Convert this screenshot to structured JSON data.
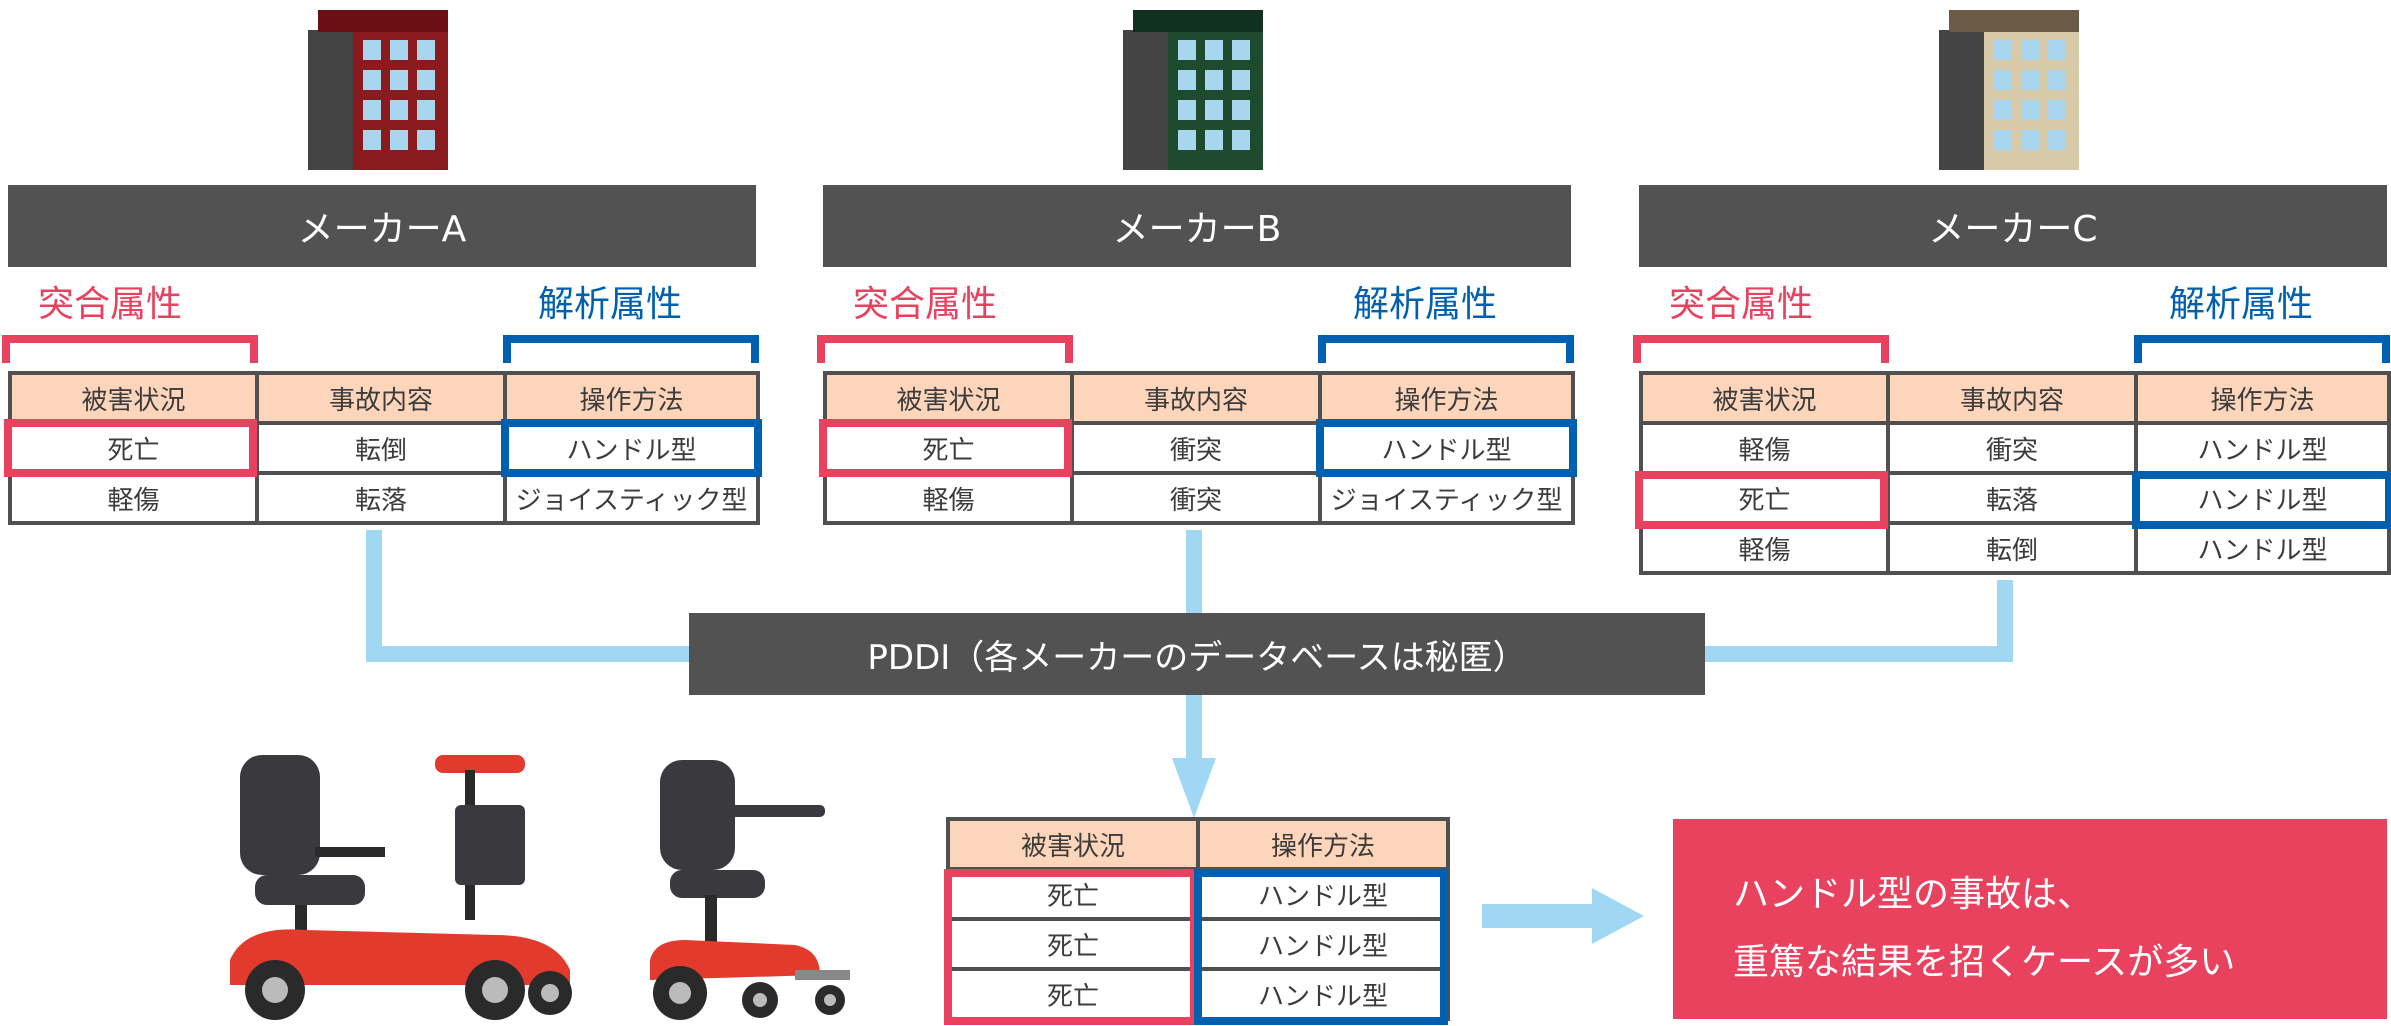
{
  "colors": {
    "dark": "#525252",
    "pink": "#e8425f",
    "blue": "#0060b0",
    "header_bg": "#fdd5bb",
    "connector": "#a0d8f4"
  },
  "makers": [
    {
      "name": "メーカーA",
      "building": "red-building-icon",
      "match_label": "突合属性",
      "analysis_label": "解析属性",
      "columns": [
        "被害状況",
        "事故内容",
        "操作方法"
      ],
      "rows": [
        [
          "死亡",
          "転倒",
          "ハンドル型"
        ],
        [
          "軽傷",
          "転落",
          "ジョイスティック型"
        ]
      ],
      "highlight_row": 0
    },
    {
      "name": "メーカーB",
      "building": "green-building-icon",
      "match_label": "突合属性",
      "analysis_label": "解析属性",
      "columns": [
        "被害状況",
        "事故内容",
        "操作方法"
      ],
      "rows": [
        [
          "死亡",
          "衝突",
          "ハンドル型"
        ],
        [
          "軽傷",
          "衝突",
          "ジョイスティック型"
        ]
      ],
      "highlight_row": 0
    },
    {
      "name": "メーカーC",
      "building": "beige-building-icon",
      "match_label": "突合属性",
      "analysis_label": "解析属性",
      "columns": [
        "被害状況",
        "事故内容",
        "操作方法"
      ],
      "rows": [
        [
          "軽傷",
          "衝突",
          "ハンドル型"
        ],
        [
          "死亡",
          "転落",
          "ハンドル型"
        ],
        [
          "軽傷",
          "転倒",
          "ハンドル型"
        ]
      ],
      "highlight_row": 1
    }
  ],
  "pddi": {
    "label": "PDDI（各メーカーのデータベースは秘匿）"
  },
  "result_table": {
    "columns": [
      "被害状況",
      "操作方法"
    ],
    "rows": [
      [
        "死亡",
        "ハンドル型"
      ],
      [
        "死亡",
        "ハンドル型"
      ],
      [
        "死亡",
        "ハンドル型"
      ]
    ]
  },
  "conclusion": {
    "line1": "ハンドル型の事故は、",
    "line2": "重篤な結果を招くケースが多い"
  },
  "illustrations": [
    "mobility-scooter-large-icon",
    "mobility-scooter-small-icon"
  ]
}
